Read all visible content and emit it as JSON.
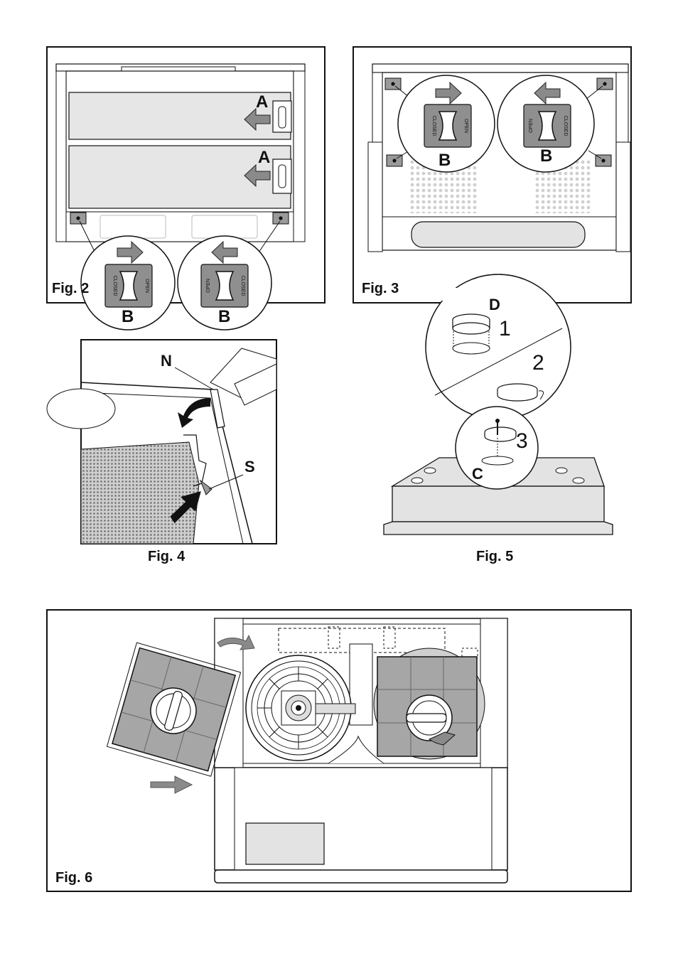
{
  "fig2": {
    "caption": "Fig. 2",
    "label_a": "A",
    "label_b": "B",
    "closed": "CLOSED",
    "open": "OPEN"
  },
  "fig3": {
    "caption": "Fig. 3",
    "label_b": "B",
    "closed": "CLOSED",
    "open": "OPEN"
  },
  "fig4": {
    "caption": "Fig. 4",
    "label_n": "N",
    "label_s": "S"
  },
  "fig5": {
    "caption": "Fig. 5",
    "label_d": "D",
    "label_c": "C",
    "step_1": "1",
    "step_2": "2",
    "step_3": "3"
  },
  "fig6": {
    "caption": "Fig. 6"
  },
  "colors": {
    "line": "#111111",
    "panel": "#e3e3e3",
    "filter": "#9a9a9a",
    "arrow": "#8a8a8a",
    "dots": "#d0d0d0"
  },
  "icons": [
    "arrow-right-icon",
    "arrow-left-icon",
    "damper-knob-icon",
    "curved-arrow-icon",
    "screw-icon",
    "flange-icon"
  ]
}
